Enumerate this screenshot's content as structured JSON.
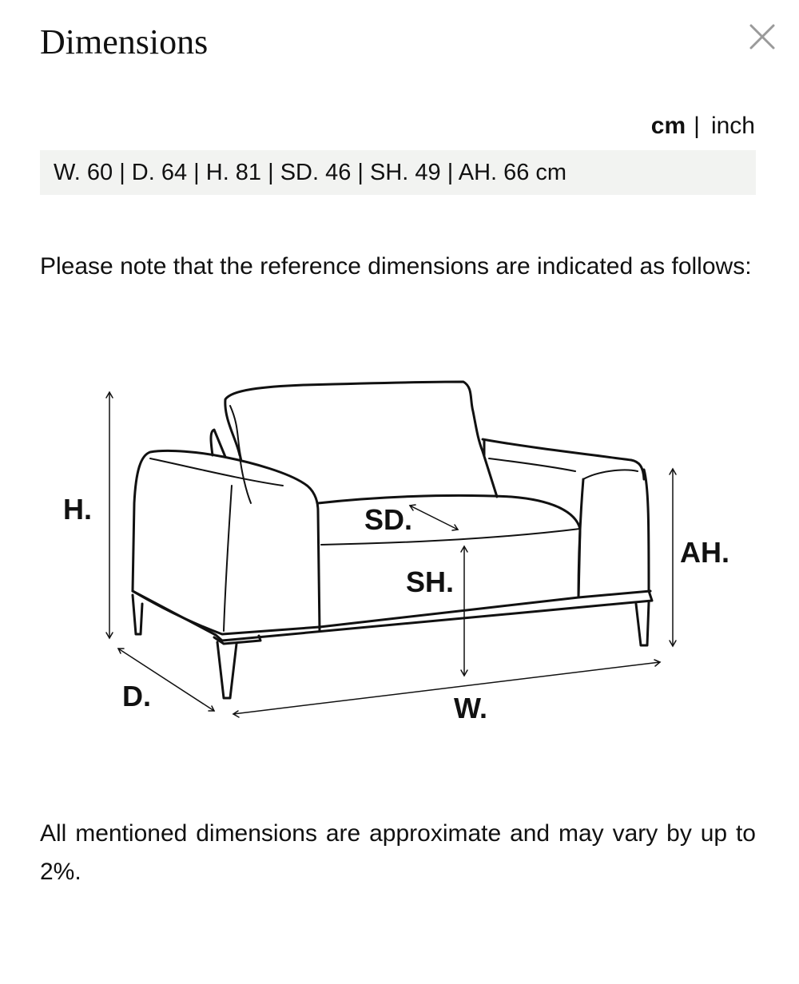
{
  "modal": {
    "title": "Dimensions",
    "close_icon": "close-icon"
  },
  "units": {
    "cm_label": "cm",
    "separator": "|",
    "inch_label": "inch",
    "active": "cm"
  },
  "dimensions_summary": "W. 60 | D. 64 | H. 81 | SD. 46 | SH. 49 | AH. 66 cm",
  "note_reference": "Please note that the reference dimensions are indicated as follows:",
  "diagram": {
    "label_h": "H.",
    "label_sd": "SD.",
    "label_sh": "SH.",
    "label_ah": "AH.",
    "label_d": "D.",
    "label_w": "W."
  },
  "note_approximate": "All mentioned dimensions are approximate and may vary by up to 2%."
}
